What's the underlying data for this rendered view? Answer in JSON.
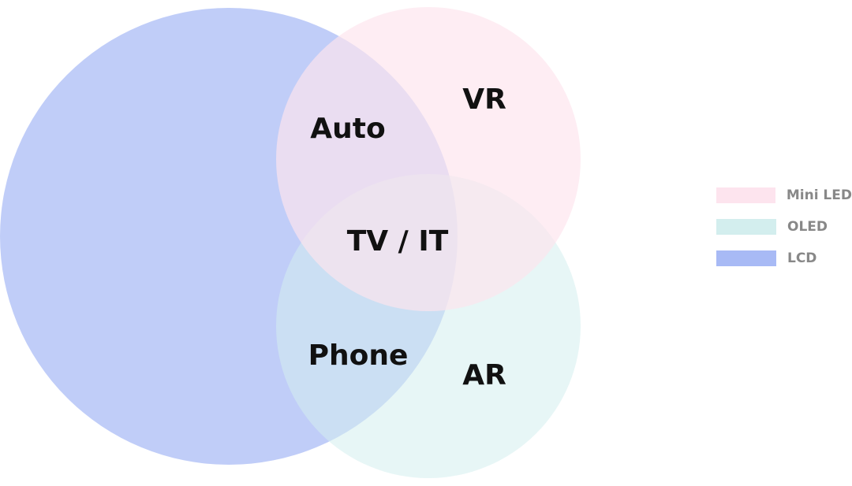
{
  "diagram": {
    "type": "venn",
    "sets": [
      {
        "name": "Mini LED",
        "color": "#fde4ee"
      },
      {
        "name": "OLED",
        "color": "#d3eeee"
      },
      {
        "name": "LCD",
        "color": "#a8baf5"
      }
    ],
    "regions": [
      {
        "label": "VR",
        "sets": [
          "Mini LED"
        ]
      },
      {
        "label": "Auto",
        "sets": [
          "Mini LED",
          "LCD"
        ]
      },
      {
        "label": "TV / IT",
        "sets": [
          "Mini LED",
          "OLED",
          "LCD"
        ]
      },
      {
        "label": "Phone",
        "sets": [
          "OLED",
          "LCD"
        ]
      },
      {
        "label": "AR",
        "sets": [
          "OLED"
        ]
      }
    ]
  },
  "legend": {
    "items": [
      {
        "label": "Mini LED",
        "color": "#fde4ee"
      },
      {
        "label": "OLED",
        "color": "#d3eeee"
      },
      {
        "label": "LCD",
        "color": "#a8baf5"
      }
    ]
  }
}
